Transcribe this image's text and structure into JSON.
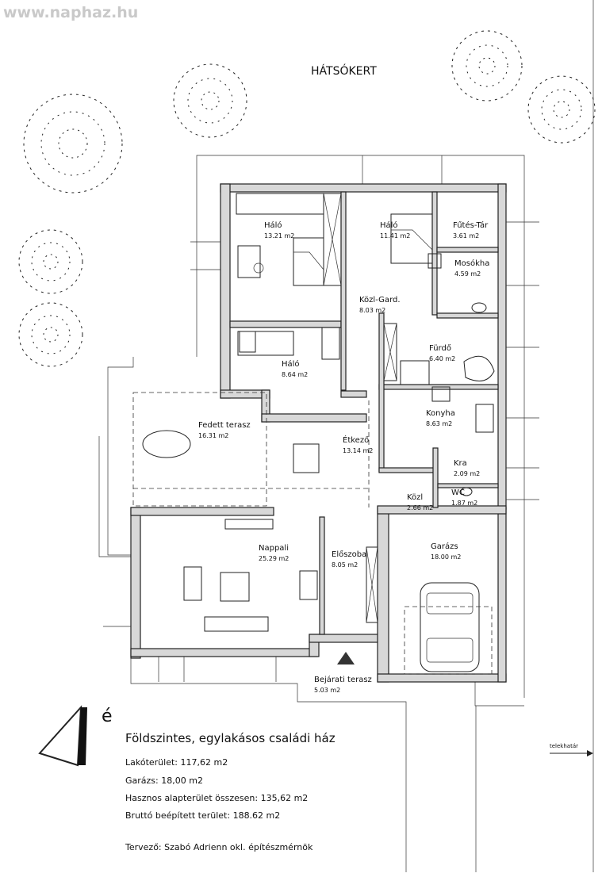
{
  "watermark": "www.naphaz.hu",
  "garden_label": "HÁTSÓKERT",
  "plot_boundary_label": "telekhatár",
  "rooms": [
    {
      "id": "halo1",
      "name": "Háló",
      "area": "13.21 m2"
    },
    {
      "id": "halo2",
      "name": "Háló",
      "area": "11.41 m2"
    },
    {
      "id": "futes",
      "name": "Fűtés-Tár",
      "area": "3.61 m2"
    },
    {
      "id": "mosokonyha",
      "name": "Mosókha",
      "area": "4.59 m2"
    },
    {
      "id": "kozl_gard",
      "name": "Közl-Gard.",
      "area": "8.03 m2"
    },
    {
      "id": "furdo",
      "name": "Fürdő",
      "area": "6.40 m2"
    },
    {
      "id": "halo3",
      "name": "Háló",
      "area": "8.64 m2"
    },
    {
      "id": "fedett",
      "name": "Fedett terasz",
      "area": "16.31 m2"
    },
    {
      "id": "konyha",
      "name": "Konyha",
      "area": "8.63 m2"
    },
    {
      "id": "etkezo",
      "name": "Étkező",
      "area": "13.14 m2"
    },
    {
      "id": "kamra",
      "name": "Kra",
      "area": "2.09 m2"
    },
    {
      "id": "wc",
      "name": "WC",
      "area": "1.87 m2"
    },
    {
      "id": "kozl",
      "name": "Közl",
      "area": "2.66 m2"
    },
    {
      "id": "garazs",
      "name": "Garázs",
      "area": "18.00 m2"
    },
    {
      "id": "nappali",
      "name": "Nappali",
      "area": "25.29 m2"
    },
    {
      "id": "eloszoba",
      "name": "Előszoba",
      "area": "8.05 m2"
    },
    {
      "id": "bejarati",
      "name": "Bejárati terasz",
      "area": "5.03 m2"
    }
  ],
  "north_arrow": "é",
  "info": {
    "title": "Földszintes, egylakásos családi ház",
    "lines": [
      "Lakóterület: 117,62 m2",
      "Garázs: 18,00 m2",
      "Hasznos alapterület összesen: 135,62 m2",
      "Bruttó beépített terület: 188.62 m2"
    ],
    "designer": "Tervező: Szabó Adrienn okl. építészmérnök"
  }
}
